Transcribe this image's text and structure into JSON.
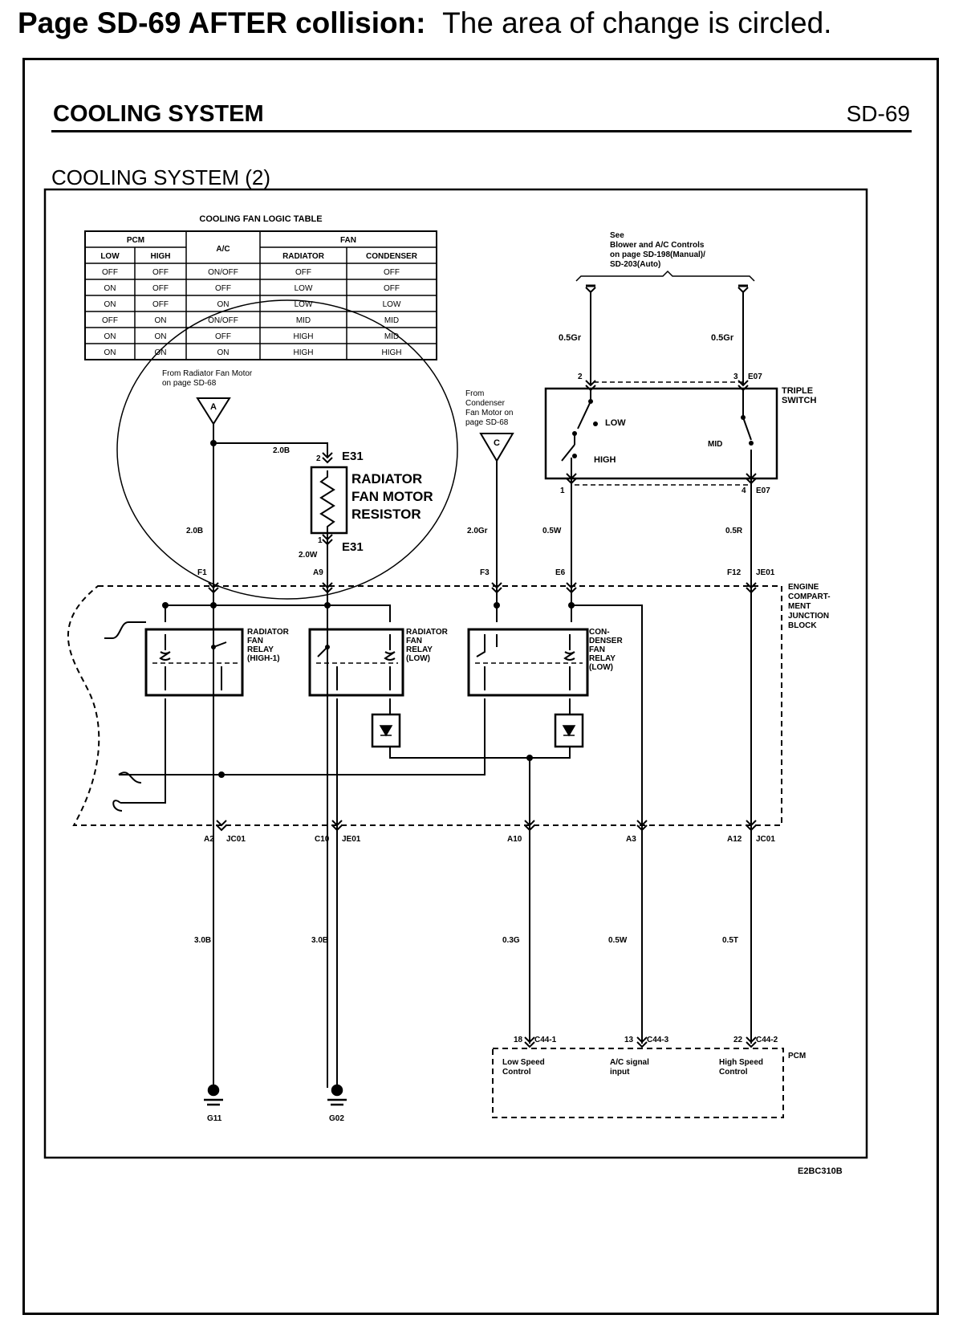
{
  "heading": {
    "prefix": "Page SD-69 AFTER collision:",
    "text": "The area of change is circled."
  },
  "section": {
    "title": "COOLING SYSTEM",
    "page": "SD-69",
    "subtitle": "COOLING SYSTEM (2)"
  },
  "logic_table": {
    "title": "COOLING FAN LOGIC TABLE",
    "group_headers": [
      "PCM",
      "A/C",
      "FAN"
    ],
    "sub_headers": [
      "LOW",
      "HIGH",
      "RADIATOR",
      "CONDENSER"
    ],
    "rows": [
      [
        "OFF",
        "OFF",
        "ON/OFF",
        "OFF",
        "OFF"
      ],
      [
        "ON",
        "OFF",
        "OFF",
        "LOW",
        "OFF"
      ],
      [
        "ON",
        "OFF",
        "ON",
        "LOW",
        "LOW"
      ],
      [
        "OFF",
        "ON",
        "ON/OFF",
        "MID",
        "MID"
      ],
      [
        "ON",
        "ON",
        "OFF",
        "HIGH",
        "MID"
      ],
      [
        "ON",
        "ON",
        "ON",
        "HIGH",
        "HIGH"
      ]
    ]
  },
  "refs": {
    "see_line1": "See",
    "see_line2": "Blower and A/C Controls",
    "see_line3": "on page SD-198(Manual)/",
    "see_line4": "SD-203(Auto)",
    "from_radiator_line1": "From Radiator Fan Motor",
    "from_radiator_line2": "on page SD-68",
    "from_condenser_line1": "From",
    "from_condenser_line2": "Condenser",
    "from_condenser_line3": "Fan Motor on",
    "from_condenser_line4": "page SD-68",
    "connector_a": "A",
    "connector_c": "C"
  },
  "resistor": {
    "line1": "RADIATOR",
    "line2": "FAN MOTOR",
    "line3": "RESISTOR",
    "connector": "E31",
    "pin_top": "2",
    "pin_bottom": "1"
  },
  "triple_switch": {
    "line1": "TRIPLE",
    "line2": "SWITCH",
    "connector": "E07",
    "low": "LOW",
    "high": "HIGH",
    "mid": "MID",
    "pin_2": "2",
    "pin_3": "3",
    "pin_1": "1",
    "pin_4": "4"
  },
  "wires": {
    "gr_left": "0.5Gr",
    "gr_right": "0.5Gr",
    "b_2_0_top": "2.0B",
    "b_2_0_left": "2.0B",
    "w_2_0": "2.0W",
    "gr_2_0": "2.0Gr",
    "w_0_5": "0.5W",
    "r_0_5": "0.5R",
    "b_3_0_left": "3.0B",
    "b_3_0_right": "3.0B",
    "g_0_3": "0.3G",
    "w_0_5_low": "0.5W",
    "t_0_5": "0.5T"
  },
  "terminals": {
    "f1": "F1",
    "a9": "A9",
    "f3": "F3",
    "e6": "E6",
    "f12": "F12",
    "je01_top": "JE01",
    "a2": "A2",
    "jc01_a": "JC01",
    "c10": "C10",
    "je01_bottom": "JE01",
    "a10": "A10",
    "a3": "A3",
    "a12": "A12",
    "jc01_b": "JC01"
  },
  "junction_block": {
    "line1": "ENGINE",
    "line2": "COMPART-",
    "line3": "MENT",
    "line4": "JUNCTION",
    "line5": "BLOCK"
  },
  "relays": {
    "r1_line1": "RADIATOR",
    "r1_line2": "FAN",
    "r1_line3": "RELAY",
    "r1_line4": "(HIGH-1)",
    "r2_line1": "RADIATOR",
    "r2_line2": "FAN",
    "r2_line3": "RELAY",
    "r2_line4": "(LOW)",
    "r3_line1": "CON-",
    "r3_line2": "DENSER",
    "r3_line3": "FAN",
    "r3_line4": "RELAY",
    "r3_line5": "(LOW)"
  },
  "pcm": {
    "label": "PCM",
    "pin_18": "18",
    "conn_1": "C44-1",
    "pin_13": "13",
    "conn_3": "C44-3",
    "pin_22": "22",
    "conn_2": "C44-2",
    "low_line1": "Low Speed",
    "low_line2": "Control",
    "ac_line1": "A/C signal",
    "ac_line2": "input",
    "high_line1": "High Speed",
    "high_line2": "Control"
  },
  "grounds": {
    "g11": "G11",
    "g02": "G02"
  },
  "code": "E2BC310B"
}
